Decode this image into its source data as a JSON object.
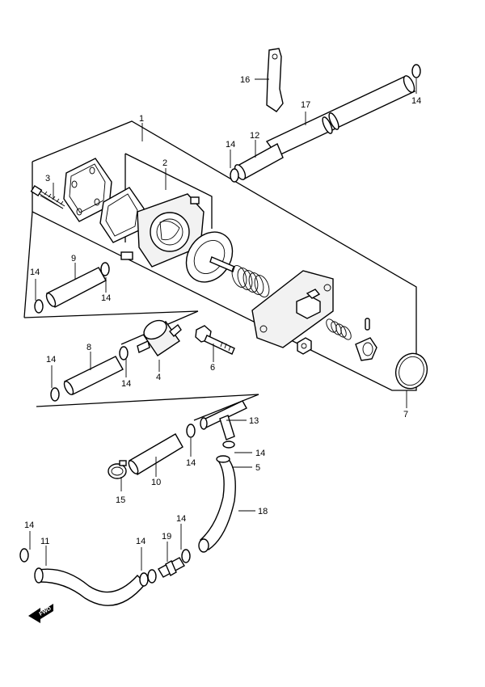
{
  "labels": {
    "l1": "1",
    "l2": "2",
    "l3": "3",
    "l4": "4",
    "l5": "5",
    "l6": "6",
    "l7": "7",
    "l8": "8",
    "l9": "9",
    "l10": "10",
    "l11": "11",
    "l12": "12",
    "l13": "13",
    "l14a": "14",
    "l14b": "14",
    "l14c": "14",
    "l14d": "14",
    "l14e": "14",
    "l14f": "14",
    "l14g": "14",
    "l14h": "14",
    "l14i": "14",
    "l14j": "14",
    "l15": "15",
    "l16": "16",
    "l17": "17",
    "l18": "18",
    "l19": "19"
  },
  "forward_marker": "FWD"
}
